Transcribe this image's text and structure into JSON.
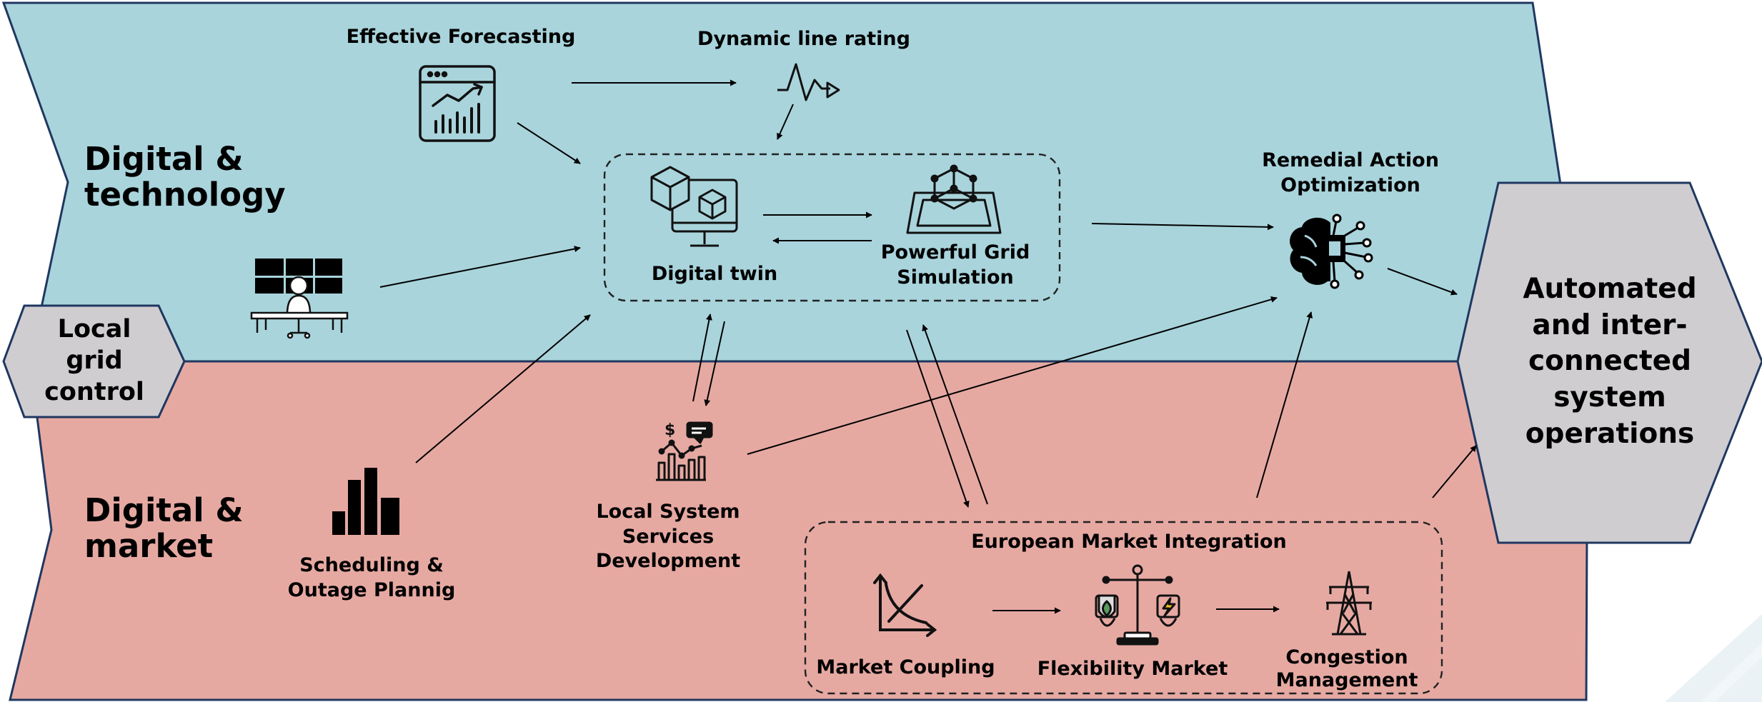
{
  "colors": {
    "tech_band": "#a9d4dc",
    "market_band": "#e6a9a2",
    "hexagon": "#cfcdd0",
    "outline": "#1f3760",
    "ink": "#000000"
  },
  "bands": {
    "technology": "Digital & technology",
    "market": "Digital & market"
  },
  "local_grid_control": "Local grid control",
  "automated_operations": "Automated and inter-connected system operations",
  "nodes": {
    "effective_forecasting": "Effective Forecasting",
    "dynamic_line_rating": "Dynamic line rating",
    "digital_twin": "Digital twin",
    "grid_simulation": "Powerful Grid Simulation",
    "remedial_action": "Remedial Action Optimization",
    "scheduling": "Scheduling & Outage Plannig",
    "local_system_services": "Local System Services Development",
    "european_market_integration": "European Market Integration",
    "market_coupling": "Market Coupling",
    "flexibility_market": "Flexibility Market",
    "congestion_management": "Congestion Management"
  },
  "icons": [
    "forecast-chart-icon",
    "pulse-icon",
    "control-room-icon",
    "digital-twin-icon",
    "grid-simulation-icon",
    "ai-brain-icon",
    "bar-chart-icon",
    "cost-analytics-icon",
    "supply-demand-curve-icon",
    "balance-scale-icon",
    "transmission-tower-icon"
  ]
}
